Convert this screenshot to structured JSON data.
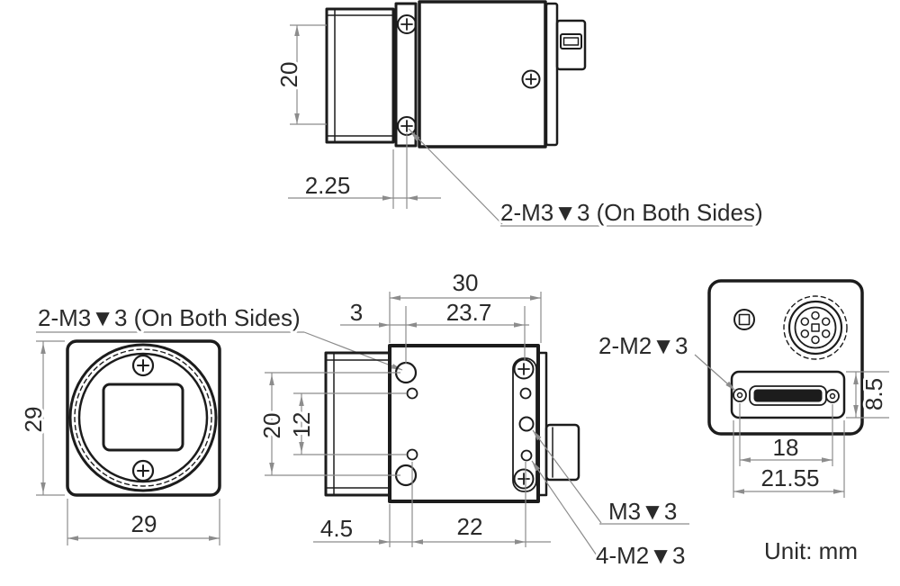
{
  "unit_note": "Unit: mm",
  "colors": {
    "object_line": "#1c1c1c",
    "dimension_line": "#8c8c8c",
    "text": "#2a2a2a",
    "background": "#ffffff"
  },
  "views": {
    "top": {
      "thread_label": "2-M3▼3 (On Both Sides)",
      "dims": {
        "lens_height": "20",
        "screw_offset": "2.25"
      }
    },
    "front": {
      "thread_label": "2-M3▼3 (On Both Sides)",
      "dims": {
        "width": "29",
        "height": "29"
      }
    },
    "side": {
      "m3_depth_label": "M3▼3",
      "m2_depth_label": "4-M2▼3",
      "dims": {
        "depth": "30",
        "hole_to_back": "23.7",
        "front_to_hole": "3",
        "m3_spacing": "20",
        "m2_spacing": "12",
        "front_to_m2": "4.5",
        "m2_spacing_h": "22"
      }
    },
    "rear": {
      "thread_label": "2-M2▼3",
      "dims": {
        "screw_spacing": "18",
        "recess_width": "21.55",
        "recess_height": "8.5"
      }
    }
  }
}
